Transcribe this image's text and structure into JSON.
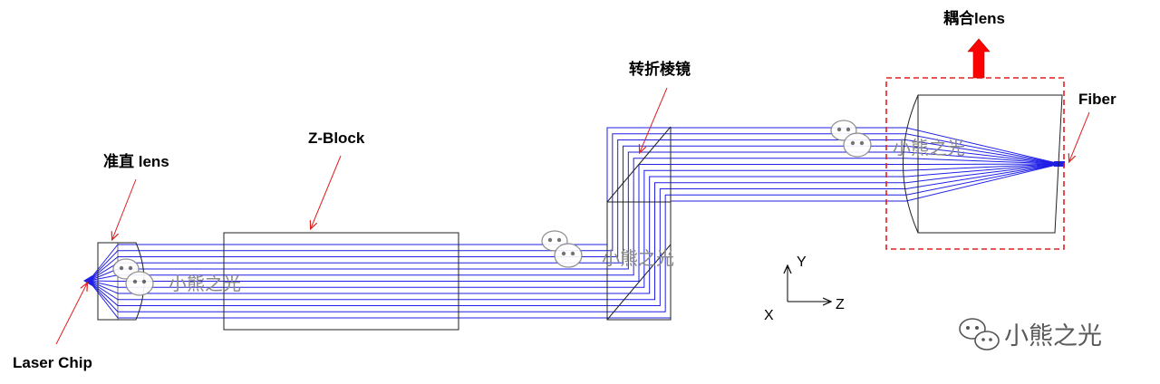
{
  "labels": {
    "laser_chip": "Laser Chip",
    "collimating_lens": "准直 lens",
    "z_block": "Z-Block",
    "turning_prism": "转折棱镜",
    "coupling_lens": "耦合lens",
    "fiber": "Fiber"
  },
  "axes": {
    "x": "X",
    "y": "Y",
    "z": "Z"
  },
  "watermarks": {
    "inline_1": "小熊之光",
    "inline_2": "小熊之光",
    "inline_3": "小熊之光",
    "corner": "小熊之光"
  },
  "colors": {
    "ray": "#1f1fe6",
    "outline": "#222222",
    "annotation_arrow": "#e02020",
    "highlight_box": "#e02020",
    "up_arrow_fill": "#ff0000",
    "watermark": "#8a8a8a"
  },
  "icons": {
    "wechat_logo": "wechat-icon",
    "up_arrow": "arrow-up-icon"
  }
}
